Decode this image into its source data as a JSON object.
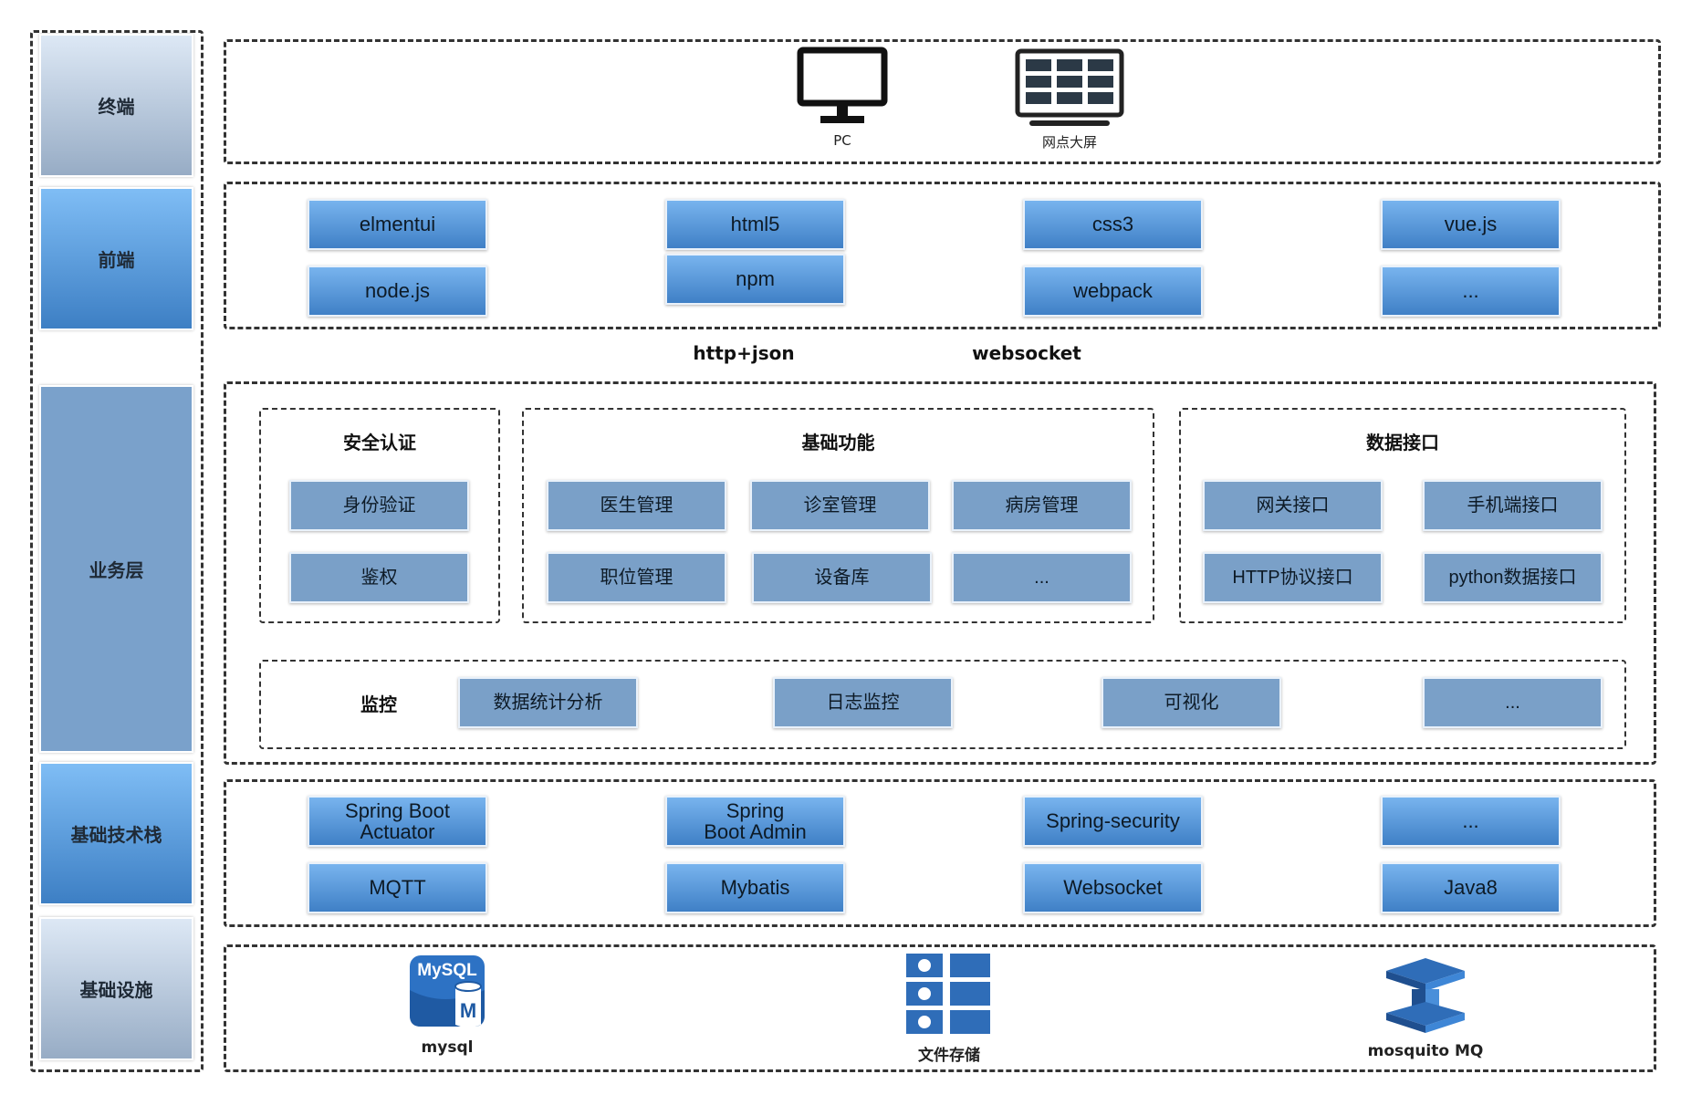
{
  "side": {
    "terminal": "终端",
    "frontend": "前端",
    "business": "业务层",
    "tech_stack": "基础技术栈",
    "infrastructure": "基础设施"
  },
  "terminal": {
    "pc": "PC",
    "big_screen": "网点大屏"
  },
  "frontend": {
    "items": [
      "elmentui",
      "html5",
      "css3",
      "vue.js",
      "node.js",
      "npm",
      "webpack",
      "..."
    ]
  },
  "protocols": {
    "http": "http+json",
    "ws": "websocket"
  },
  "business": {
    "security": {
      "title": "安全认证",
      "items": [
        "身份验证",
        "鉴权"
      ]
    },
    "basic": {
      "title": "基础功能",
      "items": [
        "医生管理",
        "诊室管理",
        "病房管理",
        "职位管理",
        "设备库",
        "..."
      ]
    },
    "data_api": {
      "title": "数据接口",
      "items": [
        "网关接口",
        "手机端接口",
        "HTTP协议接口",
        "python数据接口"
      ]
    },
    "monitor": {
      "title": "监控",
      "items": [
        "数据统计分析",
        "日志监控",
        "可视化",
        "..."
      ]
    }
  },
  "tech_stack": {
    "items": [
      "Spring Boot Actuator",
      "Spring Boot Admin",
      "Spring-security",
      "...",
      "MQTT",
      "Mybatis",
      "Websocket",
      "Java8"
    ]
  },
  "infrastructure": {
    "mysql": "mysql",
    "mysql_logo": "MySQL",
    "mysql_logo_m": "M",
    "storage": "文件存储",
    "mq": "mosquito MQ"
  }
}
